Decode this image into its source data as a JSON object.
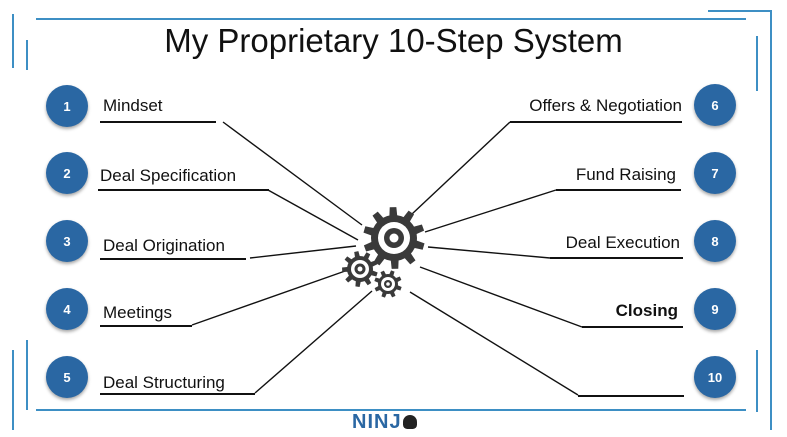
{
  "title": "My Proprietary 10-Step System",
  "colors": {
    "accent": "#2a67a3",
    "frame": "#3d8fc4",
    "gear": "#3a3a3a"
  },
  "steps_left": [
    {
      "number": "1",
      "label": "Mindset"
    },
    {
      "number": "2",
      "label": "Deal Specification"
    },
    {
      "number": "3",
      "label": "Deal Origination"
    },
    {
      "number": "4",
      "label": "Meetings"
    },
    {
      "number": "5",
      "label": "Deal Structuring"
    }
  ],
  "steps_right": [
    {
      "number": "6",
      "label": "Offers & Negotiation"
    },
    {
      "number": "7",
      "label": "Fund Raising"
    },
    {
      "number": "8",
      "label": "Deal Execution"
    },
    {
      "number": "9",
      "label": "Closing"
    },
    {
      "number": "10",
      "label": ""
    }
  ],
  "logo": {
    "text": "NINJ",
    "icon": "ninja-icon"
  }
}
